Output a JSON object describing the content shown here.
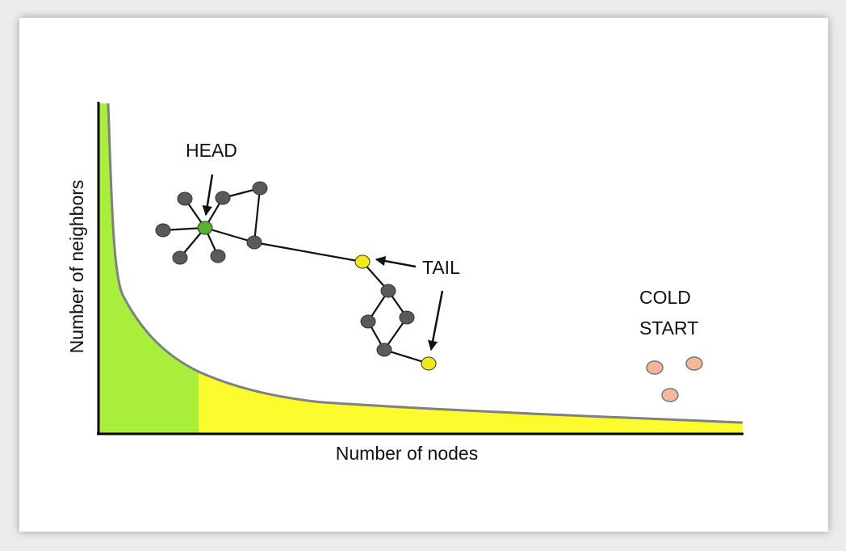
{
  "axes": {
    "xlabel": "Number of nodes",
    "ylabel": "Number of neighbors"
  },
  "labels": {
    "head": "HEAD",
    "tail": "TAIL",
    "cold_line1": "COLD",
    "cold_line2": "START"
  },
  "colors": {
    "head_region": "#a8ee3a",
    "tail_region": "#fbfb2e",
    "curve": "#7f7f86",
    "regular_node": "#5a5a5a",
    "head_node": "#5ab12c",
    "tail_node": "#f2ea14",
    "cold_node": "#f3b898"
  }
}
